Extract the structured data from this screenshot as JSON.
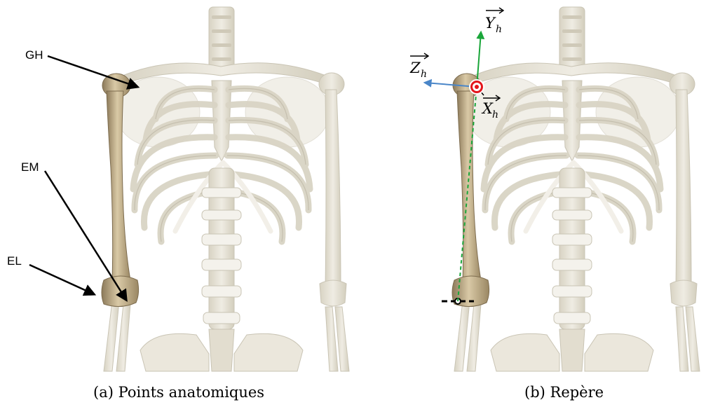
{
  "figure": {
    "panel_a": {
      "caption": "(a) Points anatomiques",
      "labels": {
        "gh": "GH",
        "em": "EM",
        "el": "EL"
      }
    },
    "panel_b": {
      "caption": "(b) Repère",
      "axes": {
        "y": {
          "letter": "Y",
          "sub": "h"
        },
        "z": {
          "letter": "Z",
          "sub": "h"
        },
        "x": {
          "letter": "X",
          "sub": "h"
        }
      }
    }
  },
  "colors": {
    "bone_bg": "#e3dfd2",
    "bone_edge": "#c9c4b4",
    "humerus": "#c6b28e",
    "y_axis": "#1aa63a",
    "z_axis": "#4a86c8",
    "marker": "#e3161b"
  }
}
